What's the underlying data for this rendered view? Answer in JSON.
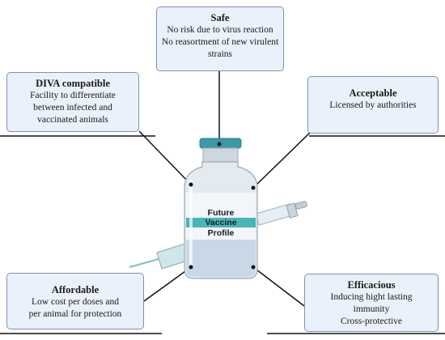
{
  "boxes": {
    "safe": {
      "title": "Safe",
      "lines": [
        "No risk due to virus reaction",
        "No reasortment of new virulent",
        "strains"
      ]
    },
    "diva": {
      "title": "DIVA compatible",
      "lines": [
        "Facility to differentiate",
        "between infected and",
        "vaccinated animals"
      ]
    },
    "acceptable": {
      "title": "Acceptable",
      "lines": [
        "Licensed by authorities"
      ]
    },
    "affordable": {
      "title": "Affordable",
      "lines": [
        "Low cost per doses and",
        "per animal for protection"
      ]
    },
    "efficacious": {
      "title": "Efficacious",
      "lines": [
        "Inducing hight lasting",
        "immunity",
        "Cross-protective"
      ]
    }
  },
  "vial": {
    "label_line1": "Future",
    "label_line2": "Vaccine",
    "label_line3": "Profile"
  },
  "colors": {
    "box_fill": "#eaf1fa",
    "box_border": "#7d93b2",
    "cap": "#3a9aa6",
    "label_band": "#48b5b9",
    "liquid": "#c9d8e6",
    "needle": "#7fbfc0"
  }
}
